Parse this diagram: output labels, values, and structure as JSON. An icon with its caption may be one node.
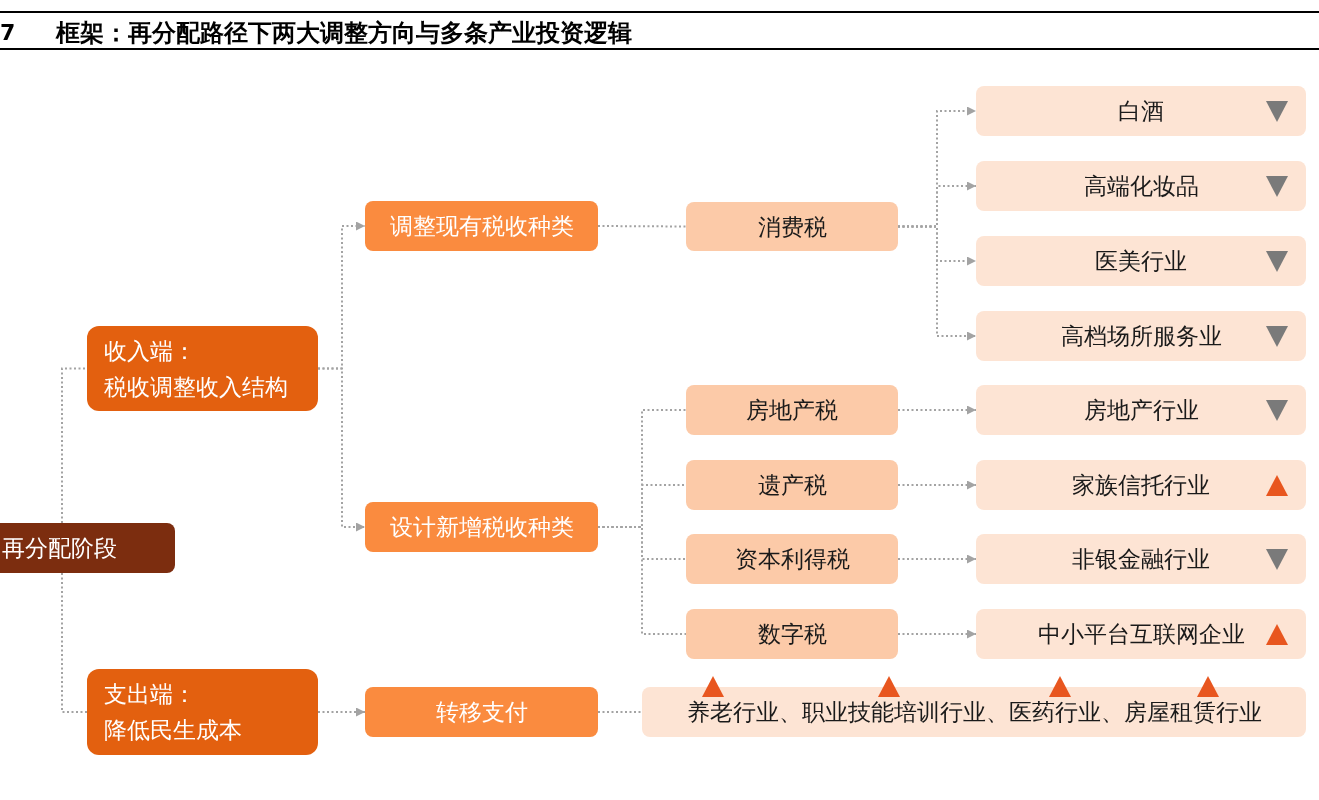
{
  "diagram": {
    "title": "框架：再分配路径下两大调整方向与多条产业投资逻辑",
    "nodes": [
      {
        "text": [
          "再分配阶段"
        ]
      },
      {
        "text": [
          "收入端：",
          "税收调整收入结构"
        ]
      },
      {
        "text": [
          "支出端：",
          "降低民生成本"
        ]
      },
      {
        "text": [
          "调整现有税收种类"
        ]
      },
      {
        "text": [
          "设计新增税收种类"
        ]
      },
      {
        "text": [
          "转移支付"
        ]
      },
      {
        "text": [
          "消费税"
        ]
      },
      {
        "text": [
          "房地产税"
        ]
      },
      {
        "text": [
          "遗产税"
        ]
      },
      {
        "text": [
          "资本利得税"
        ]
      },
      {
        "text": [
          "数字税"
        ]
      },
      {
        "text": [
          "白酒"
        ]
      },
      {
        "text": [
          "高端化妆品"
        ]
      },
      {
        "text": [
          "医美行业"
        ]
      },
      {
        "text": [
          "高档场所服务业"
        ]
      },
      {
        "text": [
          "房地产行业"
        ]
      },
      {
        "text": [
          "家族信托行业"
        ]
      },
      {
        "text": [
          "非银金融行业"
        ]
      },
      {
        "text": [
          "中小平台互联网企业"
        ]
      },
      {
        "text": [
          "养老行业、职业技能培训行业、医药行业、房屋租赁行业"
        ]
      }
    ],
    "edges": [
      {
        "from": 0,
        "to": 1,
        "arrow": "none"
      },
      {
        "from": 0,
        "to": 2,
        "arrow": "none"
      },
      {
        "from": 1,
        "to": 3,
        "arrow": "to"
      },
      {
        "from": 1,
        "to": 4,
        "arrow": "to"
      },
      {
        "from": 2,
        "to": 5,
        "arrow": "to"
      },
      {
        "from": 3,
        "to": 6,
        "arrow": "none"
      },
      {
        "from": 4,
        "to": 7,
        "arrow": "none"
      },
      {
        "from": 4,
        "to": 8,
        "arrow": "none"
      },
      {
        "from": 4,
        "to": 9,
        "arrow": "none"
      },
      {
        "from": 4,
        "to": 10,
        "arrow": "none"
      },
      {
        "from": 5,
        "to": 19,
        "arrow": "none"
      },
      {
        "from": 6,
        "to": 11,
        "arrow": "to"
      },
      {
        "from": 6,
        "to": 12,
        "arrow": "to"
      },
      {
        "from": 6,
        "to": 13,
        "arrow": "to"
      },
      {
        "from": 6,
        "to": 14,
        "arrow": "to"
      },
      {
        "from": 7,
        "to": 15,
        "arrow": "to"
      },
      {
        "from": 8,
        "to": 16,
        "arrow": "to"
      },
      {
        "from": 9,
        "to": 17,
        "arrow": "to"
      },
      {
        "from": 10,
        "to": 18,
        "arrow": "to"
      }
    ],
    "labels": [
      "7"
    ]
  }
}
